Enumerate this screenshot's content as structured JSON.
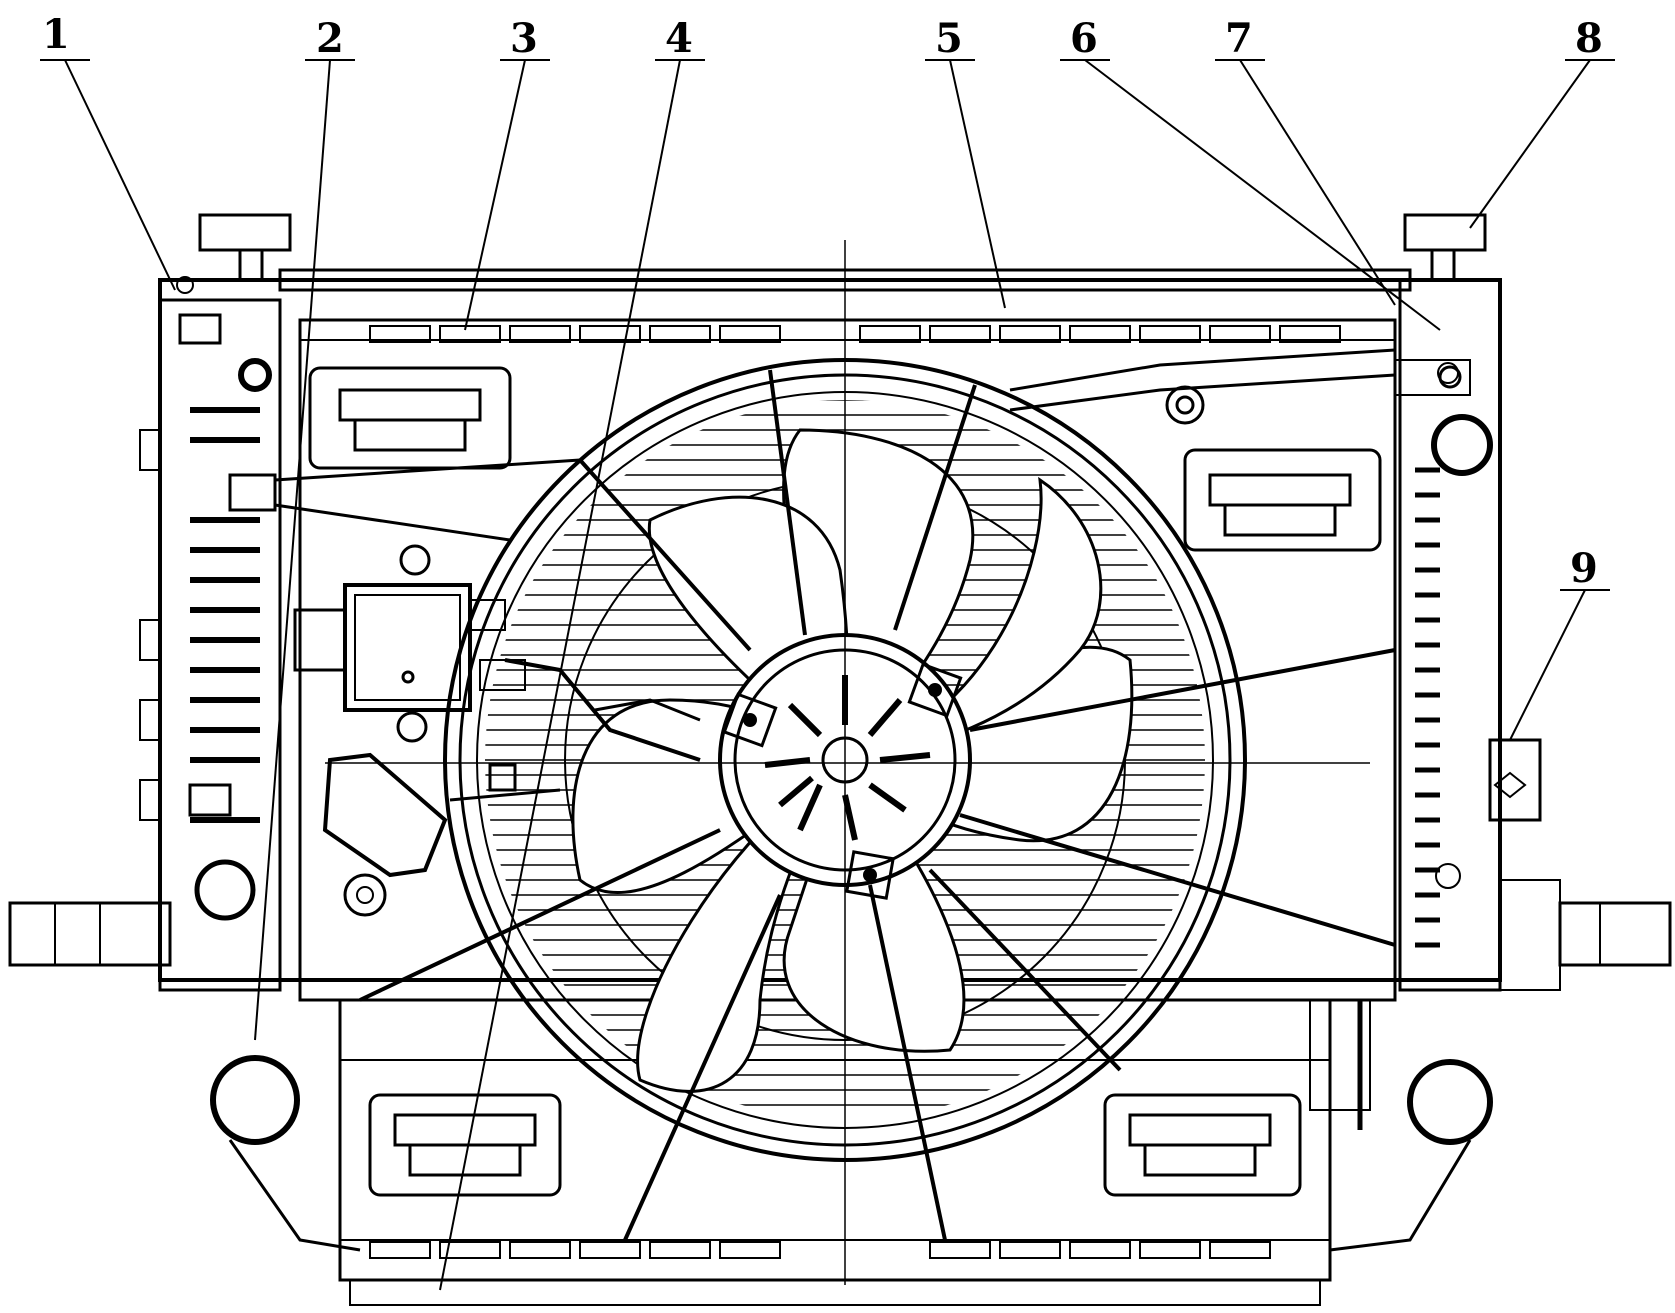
{
  "diagram": {
    "labels": [
      {
        "id": "1",
        "text": "1"
      },
      {
        "id": "2",
        "text": "2"
      },
      {
        "id": "3",
        "text": "3"
      },
      {
        "id": "4",
        "text": "4"
      },
      {
        "id": "5",
        "text": "5"
      },
      {
        "id": "6",
        "text": "6"
      },
      {
        "id": "7",
        "text": "7"
      },
      {
        "id": "8",
        "text": "8"
      },
      {
        "id": "9",
        "text": "9"
      }
    ],
    "line_color": "#000000",
    "background": "#ffffff"
  }
}
